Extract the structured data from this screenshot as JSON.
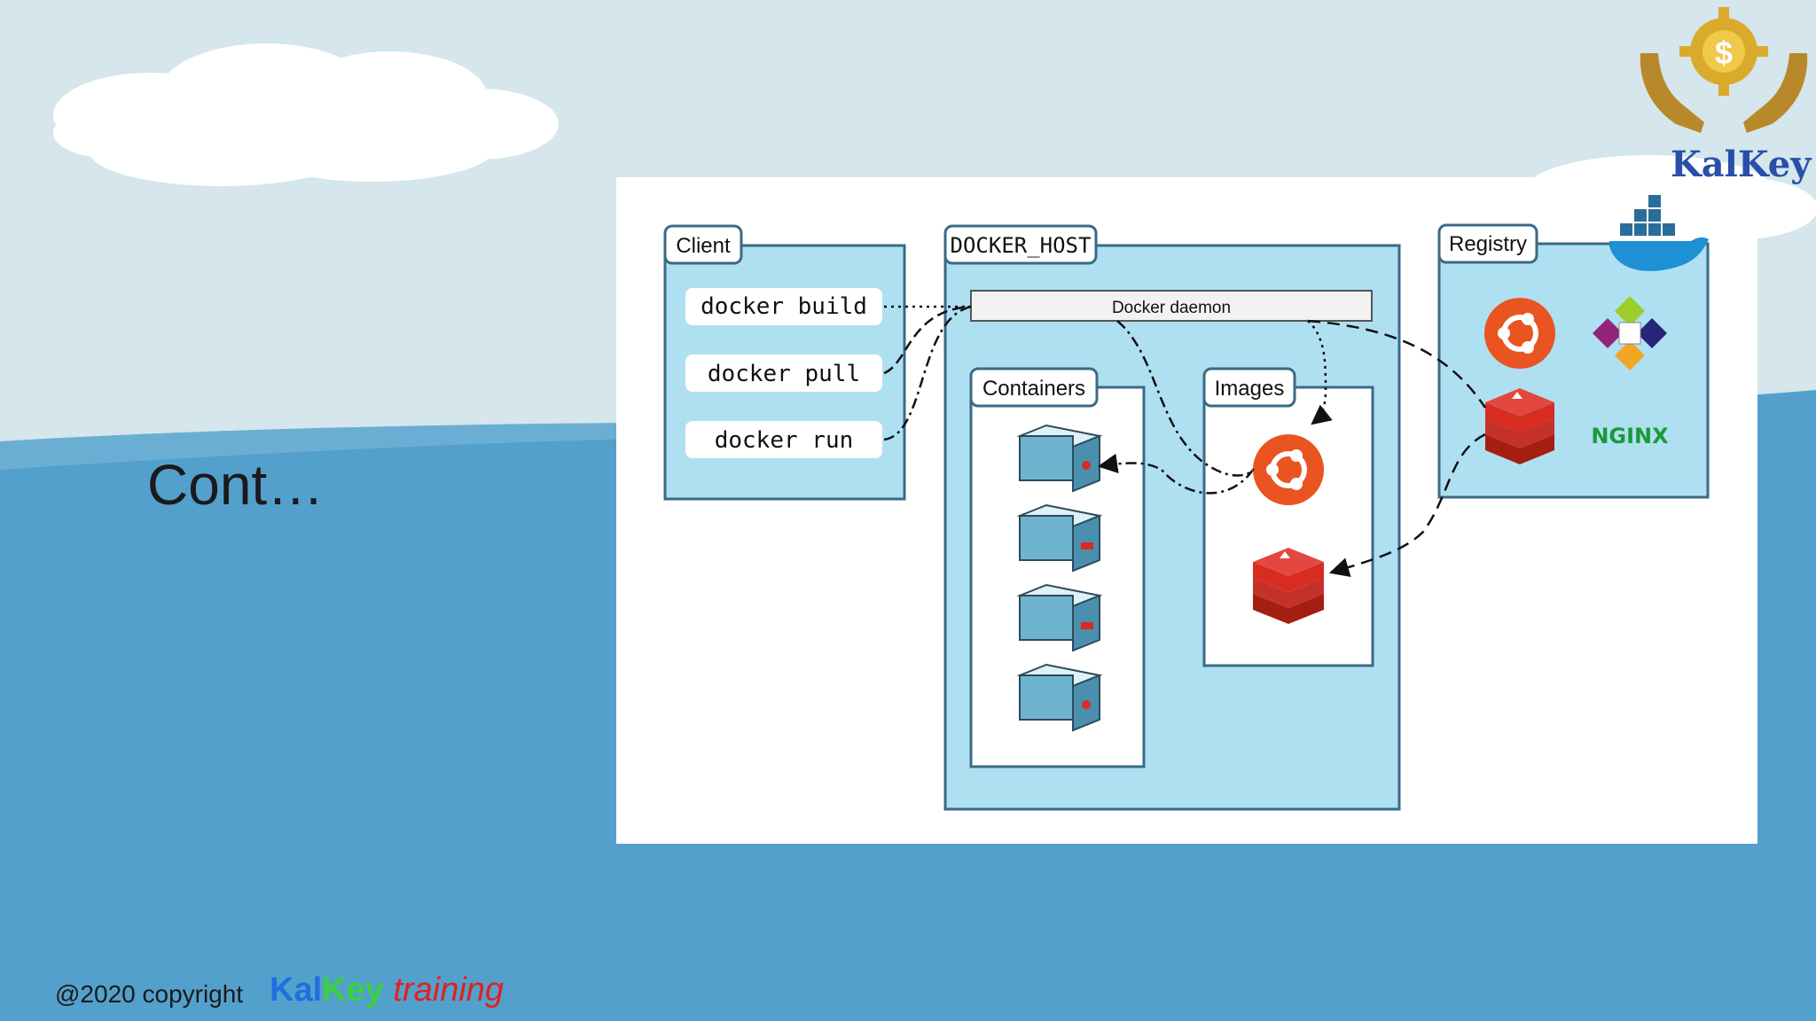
{
  "slide": {
    "title": "Cont…"
  },
  "footer": {
    "copyright": "@2020 copyright",
    "brand_kal": "Kal",
    "brand_key": "Key",
    "brand_training": "training"
  },
  "logo": {
    "text": "KalKey",
    "coin_symbol": "$"
  },
  "diagram": {
    "client": {
      "label": "Client",
      "commands": [
        "docker build",
        "docker pull",
        "docker run"
      ]
    },
    "host": {
      "label": "DOCKER_HOST",
      "daemon": "Docker daemon",
      "containers_label": "Containers",
      "images_label": "Images"
    },
    "registry": {
      "label": "Registry",
      "nginx": "NGINX"
    }
  },
  "colors": {
    "sky": "#d5e6ec",
    "sea": "#53a0cc",
    "panel_fill": "#aee0f2",
    "panel_stroke": "#3a6a86",
    "ubuntu": "#e95420",
    "redis": "#d82c20",
    "nginx": "#1a9a3a"
  }
}
